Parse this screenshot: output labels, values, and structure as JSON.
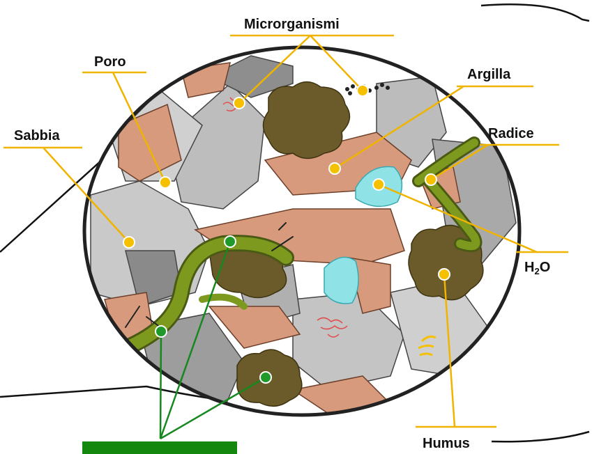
{
  "labels": {
    "microrganismi": "Microrganismi",
    "poro": "Poro",
    "argilla": "Argilla",
    "sabbia": "Sabbia",
    "radice": "Radice",
    "h2o_h": "H",
    "h2o_sub": "2",
    "h2o_o": "O",
    "humus": "Humus"
  },
  "colors": {
    "leader": "#f0b400",
    "marker_fill": "#f5c000",
    "root_marker": "#1f9a2a",
    "root_line": "#17871f",
    "bottom_bar": "#14870f",
    "sand_light": "#c9c9c9",
    "sand_dark": "#8e8e8e",
    "clay": "#d79a7d",
    "water": "#8fe3e6",
    "humus": "#6b5a2a",
    "root": "#7d9a1e",
    "outline": "#222222"
  }
}
